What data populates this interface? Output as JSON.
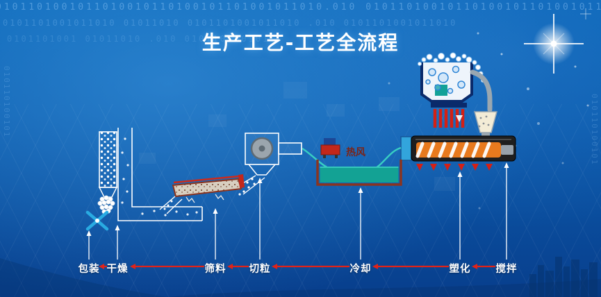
{
  "title": "生产工艺-工艺全流程",
  "hot_air_label": "热风",
  "stages": [
    {
      "id": "packaging",
      "label": "包装"
    },
    {
      "id": "drying",
      "label": "干燥"
    },
    {
      "id": "sieving",
      "label": "筛料"
    },
    {
      "id": "pelletizing",
      "label": "切粒"
    },
    {
      "id": "cooling",
      "label": "冷却"
    },
    {
      "id": "plasticizing",
      "label": "塑化"
    },
    {
      "id": "mixing",
      "label": "搅拌"
    }
  ],
  "decor": {
    "binary_row_1": "0101101001011010010110100101101001011010.010 010110100101101001011010010110100101101",
    "binary_row_2": "0101101001011010   01011010 0101101001011010   .010   0101101001011010",
    "binary_row_3": "0101101001    01011010   .010      010110100101",
    "binary_col_left": "010110100101",
    "binary_col_right": "010110100101"
  },
  "colors": {
    "flow_arrow_red": "#d42015",
    "equipment_red_brown": "#8a3420",
    "water_teal": "#13a294",
    "strand_teal": "#38cfc3",
    "mixer_navy": "#0a2a6b",
    "screw_orange": "#e87a1e",
    "hot_air_text": "#7c2316",
    "fan_blue": "#29abe2",
    "background_blue": "#0a5cae"
  }
}
